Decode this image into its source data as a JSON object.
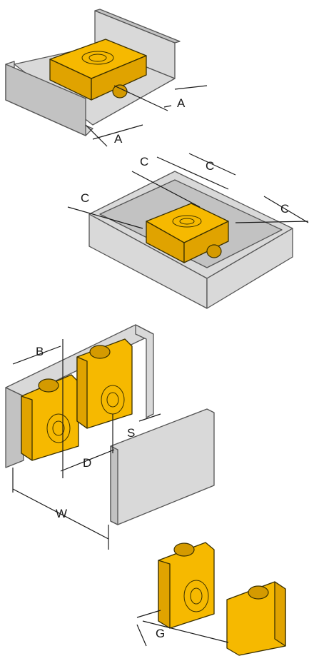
{
  "labels": {
    "a1": "A",
    "a2": "A",
    "c1": "C",
    "c2": "C",
    "c3": "C",
    "c4": "C",
    "b": "B",
    "s": "S",
    "d": "D",
    "w": "W",
    "g": "G"
  },
  "colors": {
    "sensor": "#f6b900",
    "metal": "#d9d9d9"
  }
}
